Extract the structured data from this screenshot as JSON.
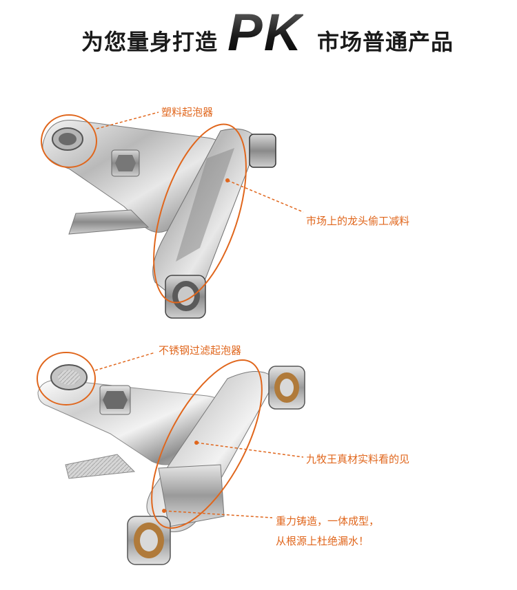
{
  "header": {
    "left_text": "为您量身打造",
    "pk_text": "PK",
    "right_text": "市场普通产品"
  },
  "product_top": {
    "label_aerator": "塑料起泡器",
    "label_body": "市场上的龙头偷工减料"
  },
  "product_bottom": {
    "label_aerator": "不锈钢过滤起泡器",
    "label_body": "九牧王真材实料看的见",
    "label_cast_line1": "重力铸造，一体成型，",
    "label_cast_line2": "从根源上杜绝漏水！"
  },
  "colors": {
    "accent": "#e0661c",
    "title": "#1a1a1a"
  }
}
